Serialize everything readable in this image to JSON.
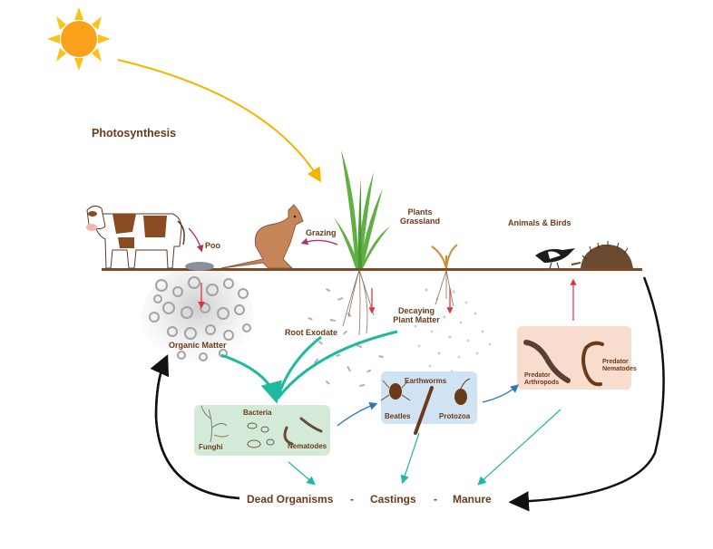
{
  "labels": {
    "photosynthesis": "Photosynthesis",
    "poo": "Poo",
    "grazing": "Grazing",
    "plants_line1": "Plants",
    "plants_line2": "Grassland",
    "animals_birds": "Animals & Birds",
    "organic_matter": "Organic Matter",
    "root_exodate": "Root Exodate",
    "decaying_line1": "Decaying",
    "decaying_line2": "Plant Matter",
    "bacteria": "Bacteria",
    "funghi": "Funghi",
    "nematodes": "Nematodes",
    "earthworms": "Earthworms",
    "beatles": "Beatles",
    "protozoa": "Protozoa",
    "predator_arthropods_line1": "Predator",
    "predator_arthropods_line2": "Arthropods",
    "predator_nematodes_line1": "Predator",
    "predator_nematodes_line2": "Nematodes",
    "bottom_dead": "Dead Organisms",
    "bottom_sep1": "-",
    "bottom_castings": "Castings",
    "bottom_sep2": "-",
    "bottom_manure": "Manure"
  },
  "colors": {
    "text": "#6b3a1a",
    "ground": "#7a4a2a",
    "sun": "#f9a11b",
    "sun_rays": "#fbc21a",
    "arrow_sun": "#f4b400",
    "arrow_teal": "#1fb9a0",
    "arrow_blue": "#2a78b8",
    "arrow_red": "#e0303a",
    "arrow_black": "#111111",
    "box_green": "#d4ead8",
    "box_blue": "#cfe3f2",
    "box_peach": "#f8dccd",
    "grass": "#5fb043",
    "kangaroo": "#c7865a",
    "cow_brown": "#8a4a22"
  }
}
